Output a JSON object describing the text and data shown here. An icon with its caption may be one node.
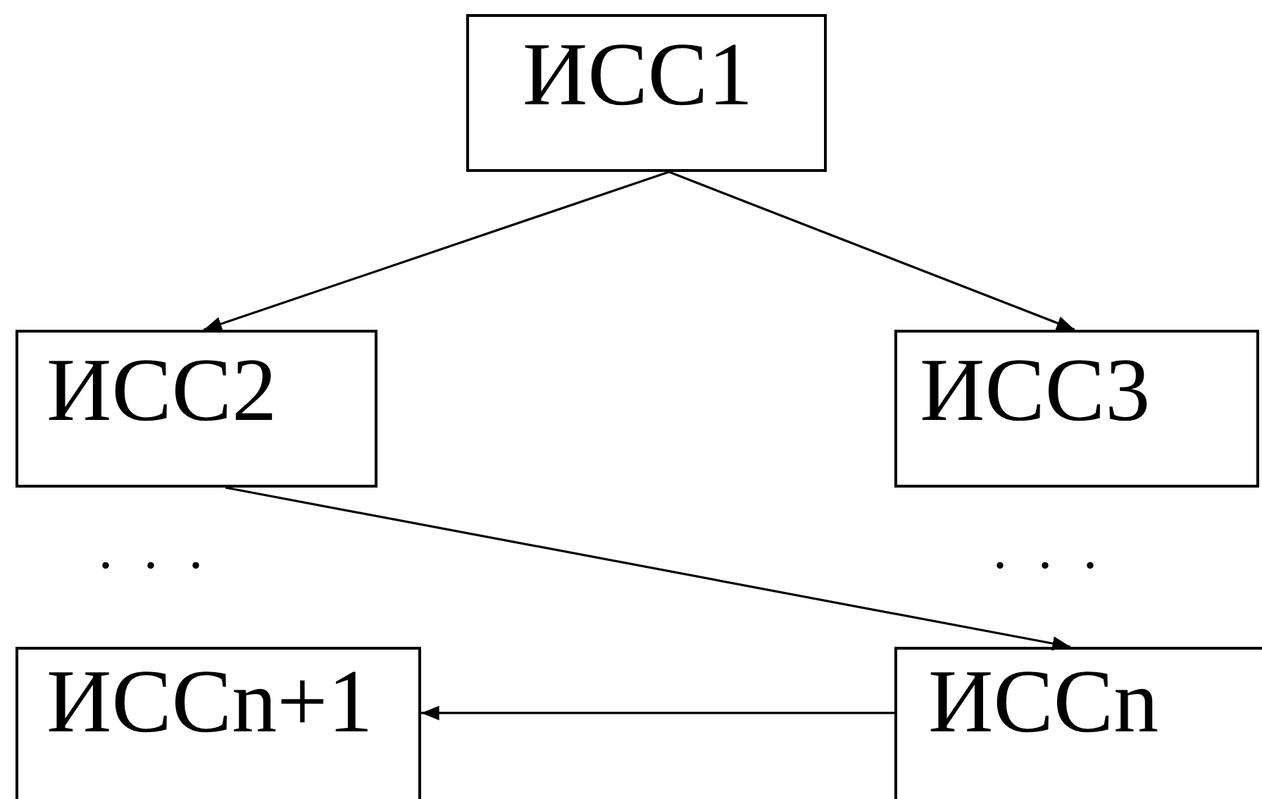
{
  "diagram": {
    "nodes": [
      {
        "text": [
          "ИСС1"
        ]
      },
      {
        "text": [
          "ИСС2"
        ]
      },
      {
        "text": [
          "ИСС3"
        ]
      },
      {
        "text": [
          "ИССn+1"
        ]
      },
      {
        "text": [
          "ИССn"
        ]
      }
    ],
    "edges": [
      {
        "from": 0,
        "to": 1,
        "arrow": "to"
      },
      {
        "from": 0,
        "to": 2,
        "arrow": "to"
      },
      {
        "from": 1,
        "to": 4,
        "arrow": "to"
      },
      {
        "from": 4,
        "to": 3,
        "arrow": "to"
      }
    ],
    "labels": [
      ". . .",
      ". . ."
    ]
  }
}
